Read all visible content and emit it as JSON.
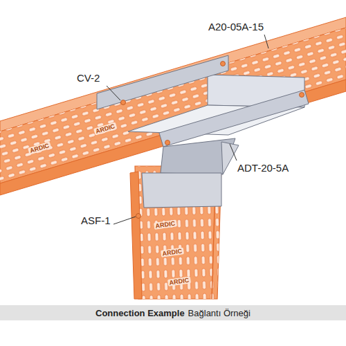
{
  "diagram": {
    "caption": "Connection Example",
    "labels": [
      "A20-05A-15",
      "CV-2",
      "ADT-20-5A",
      "ASF-1",
      "ARDIC",
      "ARDIC",
      "ARDIC",
      "ARDIC",
      "ARDIC",
      "Bağlantı Örneği"
    ]
  }
}
